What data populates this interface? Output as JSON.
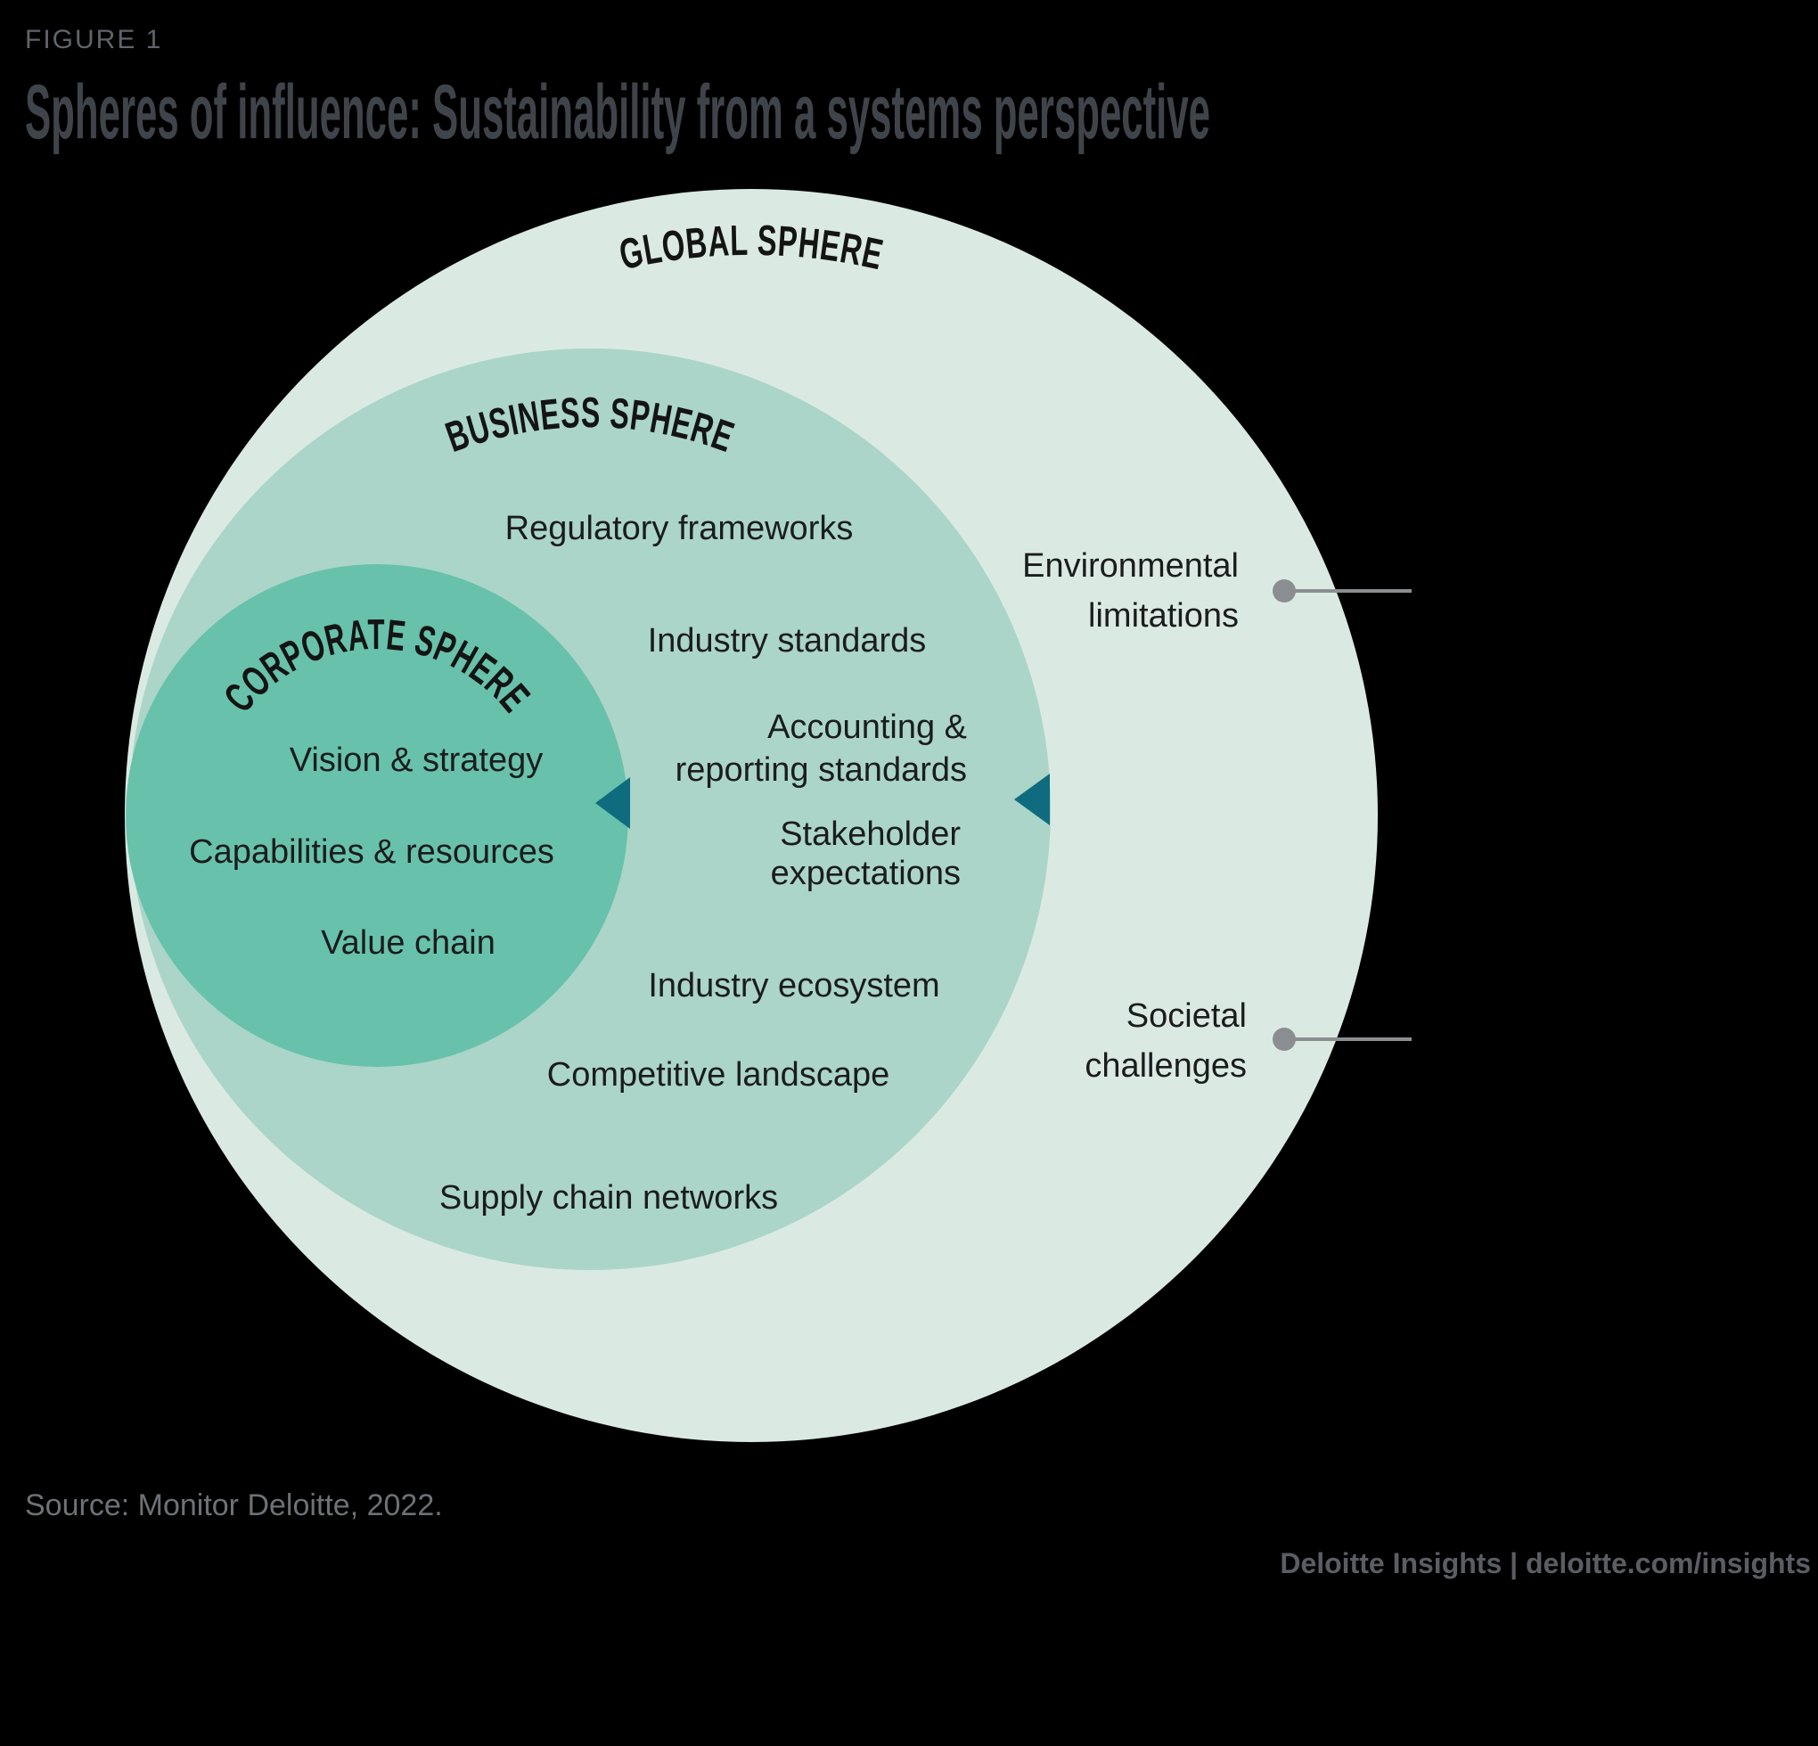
{
  "figure_label": "FIGURE 1",
  "title": "Spheres of influence: Sustainability from a systems perspective",
  "colors": {
    "background": "#000000",
    "global_sphere": "#daeae3",
    "business_sphere": "#abd5c8",
    "corporate_sphere": "#68c1ab",
    "arrow": "#0e6c7e",
    "connector": "#8b8e90"
  },
  "spheres": {
    "global": {
      "label": "GLOBAL SPHERE"
    },
    "business": {
      "label": "BUSINESS SPHERE"
    },
    "corporate": {
      "label": "CORPORATE SPHERE"
    }
  },
  "corporate_items": {
    "vision": "Vision & strategy",
    "capabilities": "Capabilities & resources",
    "value_chain": "Value chain"
  },
  "business_items": {
    "regulatory": "Regulatory frameworks",
    "industry_standards": "Industry standards",
    "accounting_line1": "Accounting &",
    "accounting_line2": "reporting standards",
    "stakeholder_line1": "Stakeholder",
    "stakeholder_line2": "expectations",
    "industry_ecosystem": "Industry ecosystem",
    "competitive": "Competitive landscape",
    "supply_chain": "Supply chain networks"
  },
  "global_items": {
    "environmental_line1": "Environmental",
    "environmental_line2": "limitations",
    "societal_line1": "Societal",
    "societal_line2": "challenges"
  },
  "source": "Source: Monitor Deloitte, 2022.",
  "footer": "Deloitte Insights | deloitte.com/insights"
}
